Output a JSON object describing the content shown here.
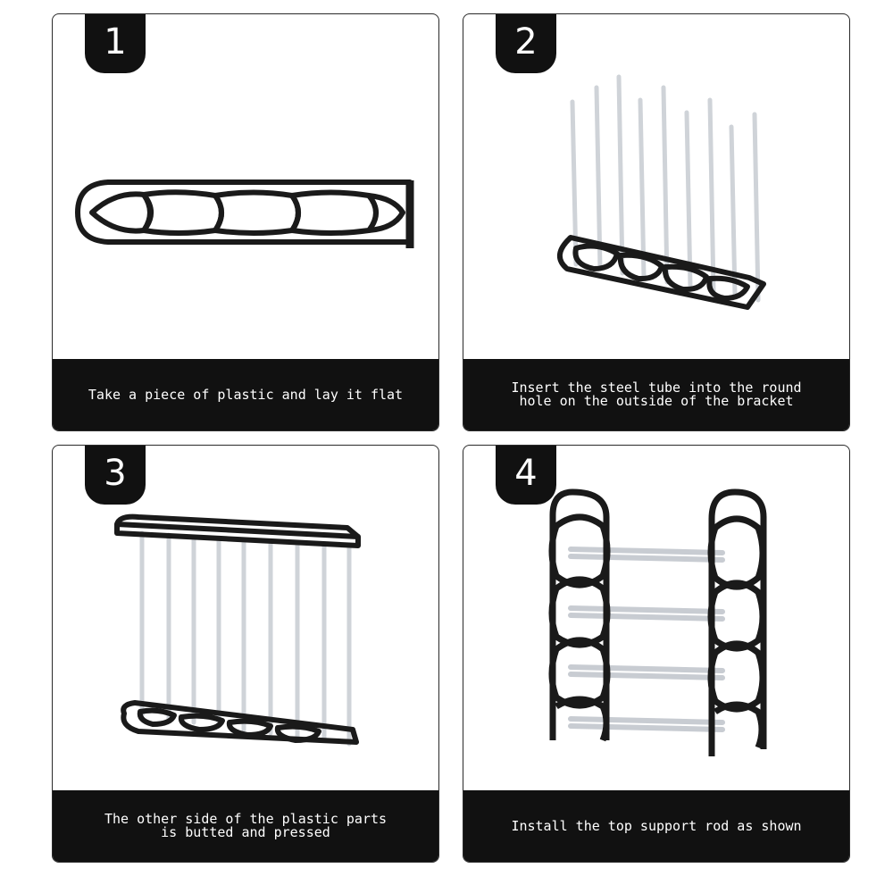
{
  "steps": [
    {
      "number": "1",
      "caption": [
        "Take a piece of plastic and lay it flat"
      ]
    },
    {
      "number": "2",
      "caption": [
        "Insert the steel tube into the round",
        "hole on the outside of the bracket"
      ]
    },
    {
      "number": "3",
      "caption": [
        "The other side of the plastic parts",
        "is butted and pressed"
      ]
    },
    {
      "number": "4",
      "caption": [
        "Install the top support rod as shown"
      ]
    }
  ]
}
